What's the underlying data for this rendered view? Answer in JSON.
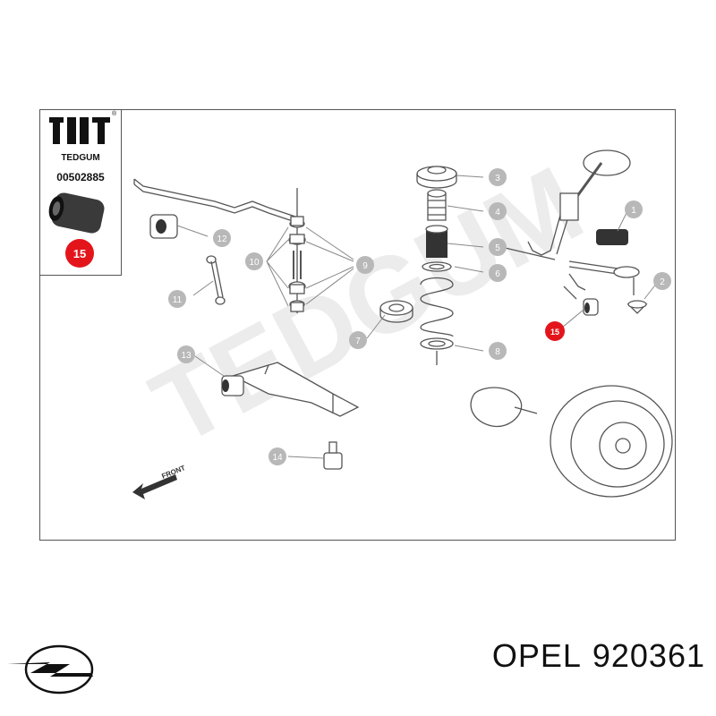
{
  "brand": {
    "name": "TEDGUM",
    "registered_mark": "®",
    "part_number": "00502885",
    "highlight_callout": "15",
    "highlight_color": "#e3151b"
  },
  "watermark": "TEDGUM",
  "front_label": "FRONT",
  "callouts": [
    "1",
    "2",
    "3",
    "4",
    "5",
    "6",
    "7",
    "8",
    "9",
    "10",
    "11",
    "12",
    "13",
    "14",
    "15"
  ],
  "colors": {
    "callout_fill": "#b8b8b8",
    "line_art": "#555555",
    "watermark": "#e9e9e9"
  },
  "footer": {
    "make": "OPEL",
    "part_number": "920361"
  }
}
